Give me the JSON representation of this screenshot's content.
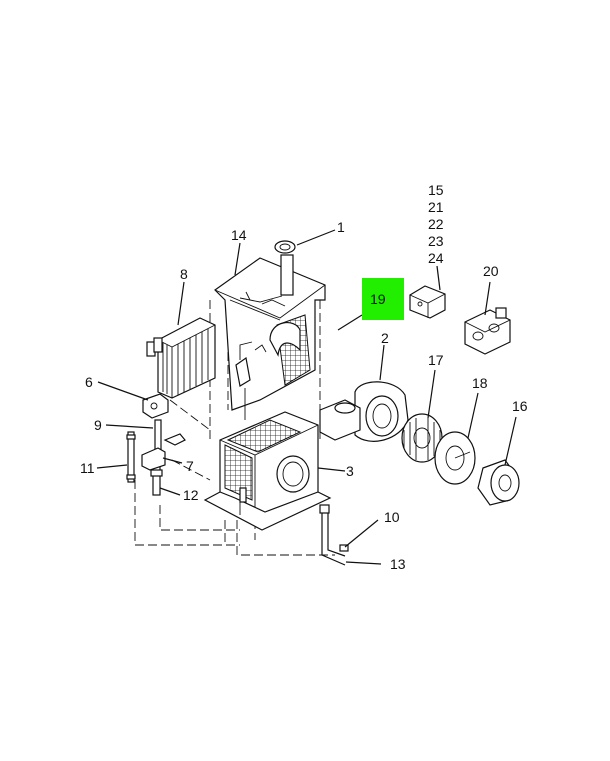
{
  "callouts": {
    "c1": "1",
    "c2": "2",
    "c3": "3",
    "c6": "6",
    "c7": "7",
    "c8": "8",
    "c9": "9",
    "c10": "10",
    "c11": "11",
    "c12": "12",
    "c13": "13",
    "c14": "14",
    "c15": "15",
    "c16": "16",
    "c17": "17",
    "c18": "18",
    "c19": "19",
    "c20": "20",
    "c21": "21",
    "c22": "22",
    "c23": "23",
    "c24": "24"
  },
  "highlight": {
    "label": "19",
    "color": "#22ee00"
  },
  "colors": {
    "line": "#111111",
    "background": "#ffffff"
  }
}
